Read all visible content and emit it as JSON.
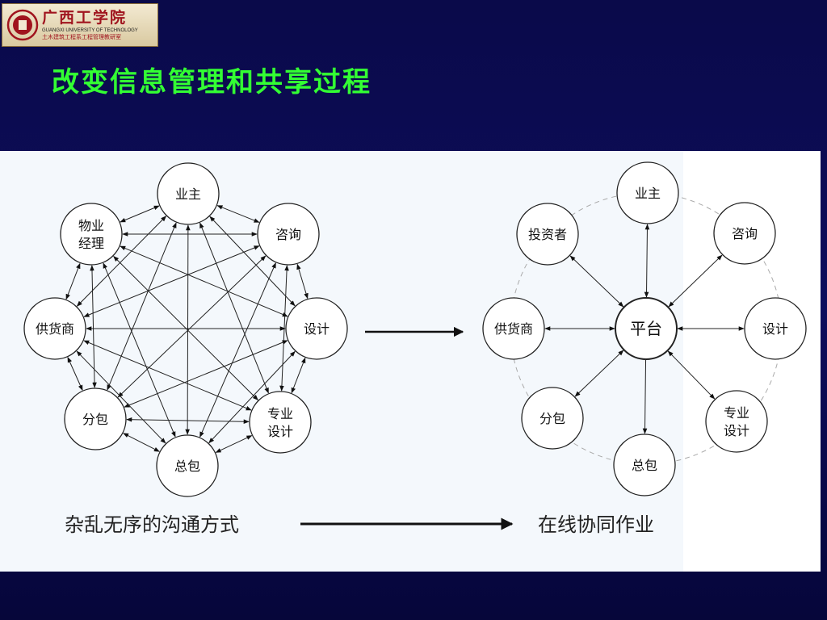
{
  "logo": {
    "cn": "广西工学院",
    "en": "GUANGXI UNIVERSITY OF TECHNOLOGY",
    "dept": "土木建筑工程系工程管理教研室"
  },
  "title": "改变信息管理和共享过程",
  "left_nodes": [
    {
      "id": "owner",
      "lines": [
        "业主"
      ]
    },
    {
      "id": "consult",
      "lines": [
        "咨询"
      ]
    },
    {
      "id": "design",
      "lines": [
        "设计"
      ]
    },
    {
      "id": "special_design",
      "lines": [
        "专业",
        "设计"
      ]
    },
    {
      "id": "general",
      "lines": [
        "总包"
      ]
    },
    {
      "id": "sub",
      "lines": [
        "分包"
      ]
    },
    {
      "id": "supplier",
      "lines": [
        "供货商"
      ]
    },
    {
      "id": "property",
      "lines": [
        "物业",
        "经理"
      ]
    }
  ],
  "right_center": {
    "lines": [
      "平台"
    ]
  },
  "right_nodes": [
    {
      "id": "owner",
      "lines": [
        "业主"
      ]
    },
    {
      "id": "consult",
      "lines": [
        "咨询"
      ]
    },
    {
      "id": "design",
      "lines": [
        "设计"
      ]
    },
    {
      "id": "special_design",
      "lines": [
        "专业",
        "设计"
      ]
    },
    {
      "id": "general",
      "lines": [
        "总包"
      ]
    },
    {
      "id": "sub",
      "lines": [
        "分包"
      ]
    },
    {
      "id": "supplier",
      "lines": [
        "供货商"
      ]
    },
    {
      "id": "investor",
      "lines": [
        "投资者"
      ]
    }
  ],
  "caption_left": "杂乱无序的沟通方式",
  "caption_right": "在线协同作业",
  "colors": {
    "title": "#33ff33",
    "background": "#0d0d5c",
    "logo_red": "#a0141e"
  }
}
